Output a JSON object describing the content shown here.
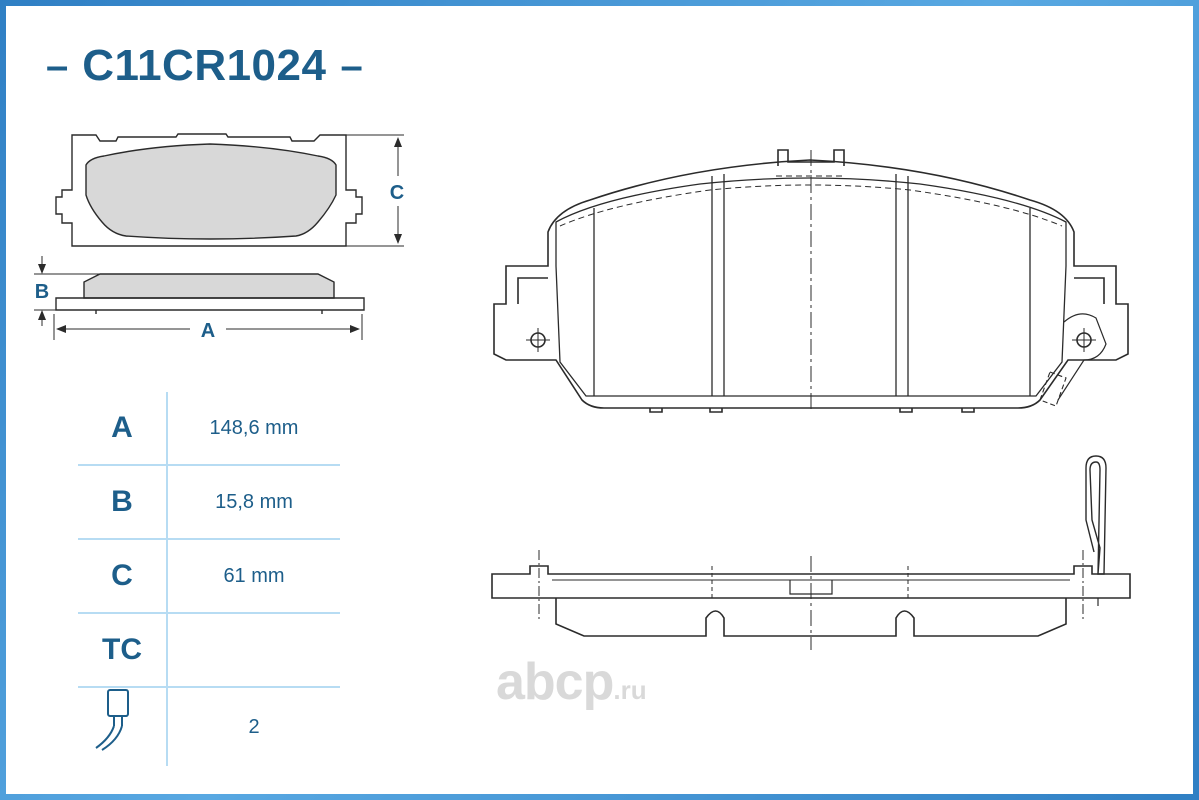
{
  "title": {
    "dash_left": "–",
    "code": "C11CR1024",
    "dash_right": "–"
  },
  "dimension_labels": {
    "a": "A",
    "b": "B",
    "c": "C"
  },
  "specs": [
    {
      "key": "A",
      "value": "148,6 mm"
    },
    {
      "key": "B",
      "value": "15,8 mm"
    },
    {
      "key": "C",
      "value": "61 mm"
    },
    {
      "key": "TC",
      "value": ""
    },
    {
      "key_icon": "wear-sensor-icon",
      "value": "2"
    }
  ],
  "watermark": {
    "main": "abcp",
    "tld": ".ru"
  },
  "colors": {
    "accent": "#1d5e8a",
    "frame": "#3a8fd0",
    "table_lines": "#b7dcf3",
    "pad_fill": "#d8d8d8",
    "watermark": "#d9d9d9"
  }
}
